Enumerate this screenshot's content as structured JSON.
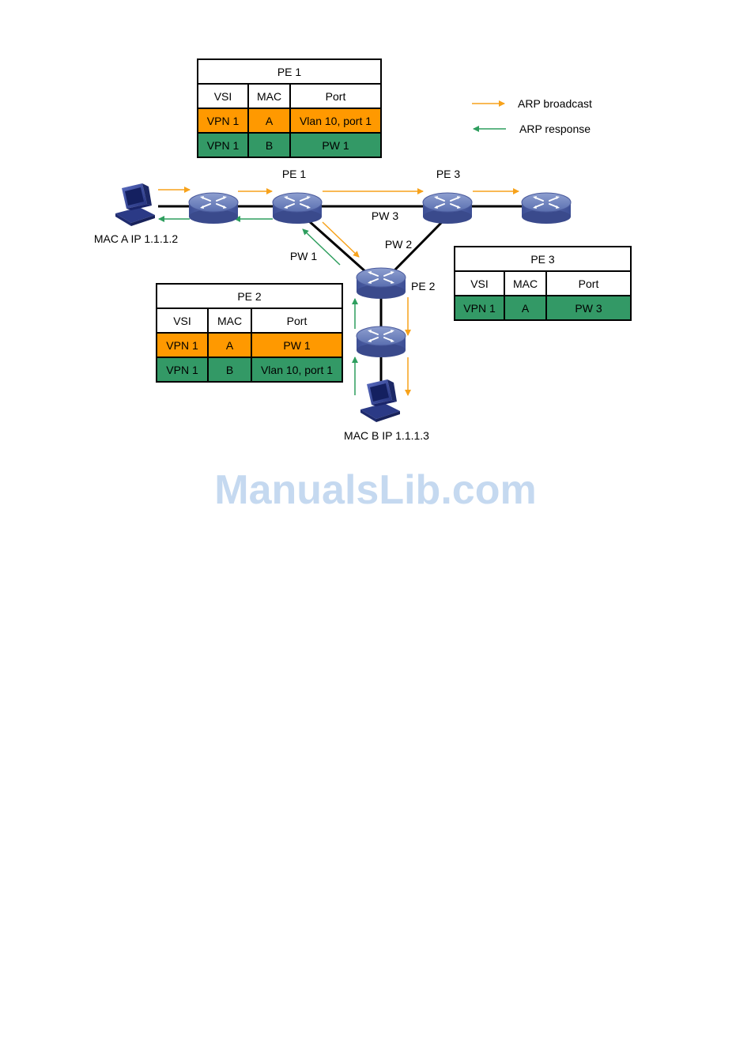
{
  "legend": {
    "broadcast_label": "ARP broadcast",
    "response_label": "ARP response",
    "broadcast_color": "#F7A21B",
    "response_color": "#2E9E5E"
  },
  "nodes": {
    "pe1": "PE 1",
    "pe2": "PE 2",
    "pe3": "PE 3",
    "host_a": "MAC A IP 1.1.1.2",
    "host_b": "MAC B IP 1.1.1.3"
  },
  "links": {
    "pw1": "PW 1",
    "pw2": "PW 2",
    "pw3": "PW 3"
  },
  "tables": {
    "pe1": {
      "title": "PE 1",
      "headers": [
        "VSI",
        "MAC",
        "Port"
      ],
      "rows": [
        [
          "VPN 1",
          "A",
          "Vlan 10, port 1"
        ],
        [
          "VPN 1",
          "B",
          "PW 1"
        ]
      ]
    },
    "pe2": {
      "title": "PE 2",
      "headers": [
        "VSI",
        "MAC",
        "Port"
      ],
      "rows": [
        [
          "VPN 1",
          "A",
          "PW 1"
        ],
        [
          "VPN 1",
          "B",
          "Vlan 10, port 1"
        ]
      ]
    },
    "pe3": {
      "title": "PE 3",
      "headers": [
        "VSI",
        "MAC",
        "Port"
      ],
      "rows": [
        [
          "VPN 1",
          "A",
          "PW 3"
        ]
      ]
    }
  },
  "colors": {
    "orange_row": "#FF9900",
    "green_row": "#339966"
  },
  "watermark": "ManualsLib.com"
}
